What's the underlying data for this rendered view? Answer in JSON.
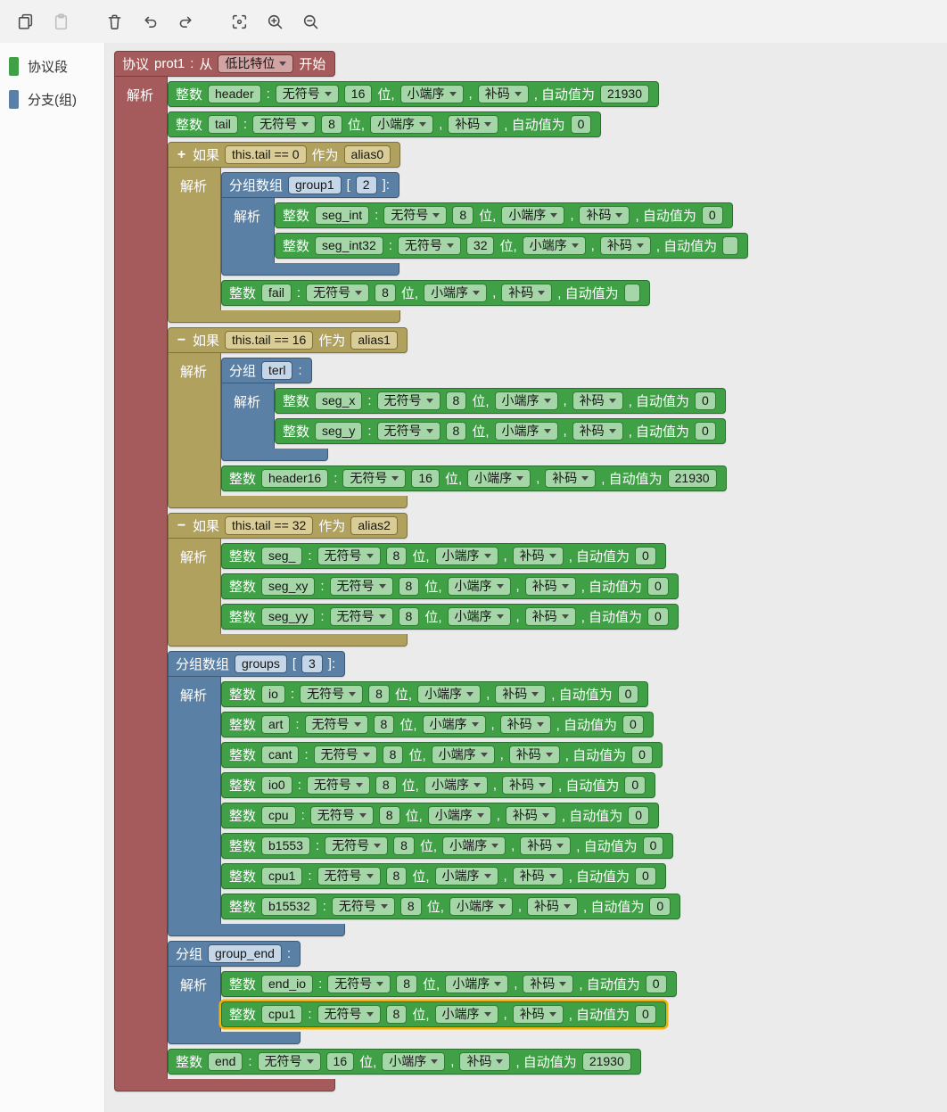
{
  "toolbar": {
    "groups": [
      [
        {
          "id": "copy",
          "icon": "copy-icon",
          "enabled": true
        },
        {
          "id": "paste",
          "icon": "paste-icon",
          "enabled": false
        }
      ],
      [
        {
          "id": "delete",
          "icon": "delete-icon",
          "enabled": true
        },
        {
          "id": "undo",
          "icon": "undo-icon",
          "enabled": true
        },
        {
          "id": "redo",
          "icon": "redo-icon",
          "enabled": true
        }
      ],
      [
        {
          "id": "center",
          "icon": "center-view-icon",
          "enabled": true
        },
        {
          "id": "zoom-in",
          "icon": "zoom-in-icon",
          "enabled": true
        },
        {
          "id": "zoom-out",
          "icon": "zoom-out-icon",
          "enabled": true
        }
      ]
    ]
  },
  "sidebar": {
    "items": [
      {
        "label": "协议段",
        "color": "#3fa046"
      },
      {
        "label": "分支(组)",
        "color": "#5b80a5"
      }
    ]
  },
  "keywords": {
    "protocol": "协议",
    "colon": ":",
    "from": "从",
    "start": "开始",
    "parse": "解析",
    "int": "整数",
    "bit_suffix": "位,",
    "comma": ",",
    "auto_label": ", 自动值为",
    "if": "如果",
    "as": "作为",
    "group": "分组",
    "group_array": "分组数组",
    "bracket_open": "[",
    "bracket_close": "]:"
  },
  "colors": {
    "protocol_block": "#a55b5b",
    "integer_block": "#3fa046",
    "branch_block": "#b1a15f",
    "group_block": "#5b80a5",
    "highlight_outline": "#f0b400"
  },
  "protocol": {
    "name": "prot1",
    "bit_order": "低比特位",
    "children": [
      {
        "t": "int",
        "name": "header",
        "sign": "无符号",
        "bits": "16",
        "endian": "小端序",
        "code": "补码",
        "auto": "21930"
      },
      {
        "t": "int",
        "name": "tail",
        "sign": "无符号",
        "bits": "8",
        "endian": "小端序",
        "code": "补码",
        "auto": "0"
      },
      {
        "t": "if",
        "toggle": "+",
        "cond": "this.tail == 0",
        "alias": "alias0",
        "children": [
          {
            "t": "garr",
            "name": "group1",
            "count": "2",
            "children": [
              {
                "t": "int",
                "name": "seg_int",
                "sign": "无符号",
                "bits": "8",
                "endian": "小端序",
                "code": "补码",
                "auto": "0"
              },
              {
                "t": "int",
                "name": "seg_int32",
                "sign": "无符号",
                "bits": "32",
                "endian": "小端序",
                "code": "补码",
                "auto": ""
              }
            ]
          },
          {
            "t": "int",
            "name": "fail",
            "sign": "无符号",
            "bits": "8",
            "endian": "小端序",
            "code": "补码",
            "auto": ""
          }
        ]
      },
      {
        "t": "if",
        "toggle": "−",
        "cond": "this.tail == 16",
        "alias": "alias1",
        "children": [
          {
            "t": "group",
            "name": "terl",
            "children": [
              {
                "t": "int",
                "name": "seg_x",
                "sign": "无符号",
                "bits": "8",
                "endian": "小端序",
                "code": "补码",
                "auto": "0"
              },
              {
                "t": "int",
                "name": "seg_y",
                "sign": "无符号",
                "bits": "8",
                "endian": "小端序",
                "code": "补码",
                "auto": "0"
              }
            ]
          },
          {
            "t": "int",
            "name": "header16",
            "sign": "无符号",
            "bits": "16",
            "endian": "小端序",
            "code": "补码",
            "auto": "21930"
          }
        ]
      },
      {
        "t": "if",
        "toggle": "−",
        "cond": "this.tail == 32",
        "alias": "alias2",
        "children": [
          {
            "t": "int",
            "name": "seg_",
            "sign": "无符号",
            "bits": "8",
            "endian": "小端序",
            "code": "补码",
            "auto": "0"
          },
          {
            "t": "int",
            "name": "seg_xy",
            "sign": "无符号",
            "bits": "8",
            "endian": "小端序",
            "code": "补码",
            "auto": "0"
          },
          {
            "t": "int",
            "name": "seg_yy",
            "sign": "无符号",
            "bits": "8",
            "endian": "小端序",
            "code": "补码",
            "auto": "0"
          }
        ]
      },
      {
        "t": "garr",
        "name": "groups",
        "count": "3",
        "children": [
          {
            "t": "int",
            "name": "io",
            "sign": "无符号",
            "bits": "8",
            "endian": "小端序",
            "code": "补码",
            "auto": "0"
          },
          {
            "t": "int",
            "name": "art",
            "sign": "无符号",
            "bits": "8",
            "endian": "小端序",
            "code": "补码",
            "auto": "0"
          },
          {
            "t": "int",
            "name": "cant",
            "sign": "无符号",
            "bits": "8",
            "endian": "小端序",
            "code": "补码",
            "auto": "0"
          },
          {
            "t": "int",
            "name": "io0",
            "sign": "无符号",
            "bits": "8",
            "endian": "小端序",
            "code": "补码",
            "auto": "0"
          },
          {
            "t": "int",
            "name": "cpu",
            "sign": "无符号",
            "bits": "8",
            "endian": "小端序",
            "code": "补码",
            "auto": "0"
          },
          {
            "t": "int",
            "name": "b1553",
            "sign": "无符号",
            "bits": "8",
            "endian": "小端序",
            "code": "补码",
            "auto": "0"
          },
          {
            "t": "int",
            "name": "cpu1",
            "sign": "无符号",
            "bits": "8",
            "endian": "小端序",
            "code": "补码",
            "auto": "0"
          },
          {
            "t": "int",
            "name": "b15532",
            "sign": "无符号",
            "bits": "8",
            "endian": "小端序",
            "code": "补码",
            "auto": "0"
          }
        ]
      },
      {
        "t": "group",
        "name": "group_end",
        "children": [
          {
            "t": "int",
            "name": "end_io",
            "sign": "无符号",
            "bits": "8",
            "endian": "小端序",
            "code": "补码",
            "auto": "0"
          },
          {
            "t": "int",
            "name": "cpu1",
            "sign": "无符号",
            "bits": "8",
            "endian": "小端序",
            "code": "补码",
            "auto": "0",
            "highlight": true
          }
        ]
      },
      {
        "t": "int",
        "name": "end",
        "sign": "无符号",
        "bits": "16",
        "endian": "小端序",
        "code": "补码",
        "auto": "21930"
      }
    ]
  }
}
